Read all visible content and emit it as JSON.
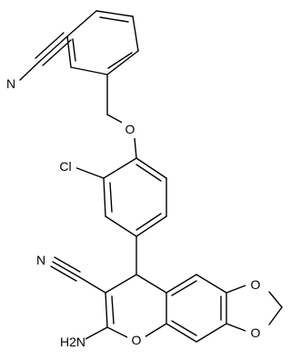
{
  "atoms": {
    "n_nitrile_top": "N",
    "cl": "Cl",
    "o_ether": "O",
    "n_nitrile_mid": "N",
    "o_diox_top": "O",
    "o_diox_bottom": "O",
    "nh2": "H2N",
    "o_pyran": "O"
  },
  "colors": {
    "bond": "#000000",
    "label": "#000000",
    "background": "#ffffff"
  }
}
